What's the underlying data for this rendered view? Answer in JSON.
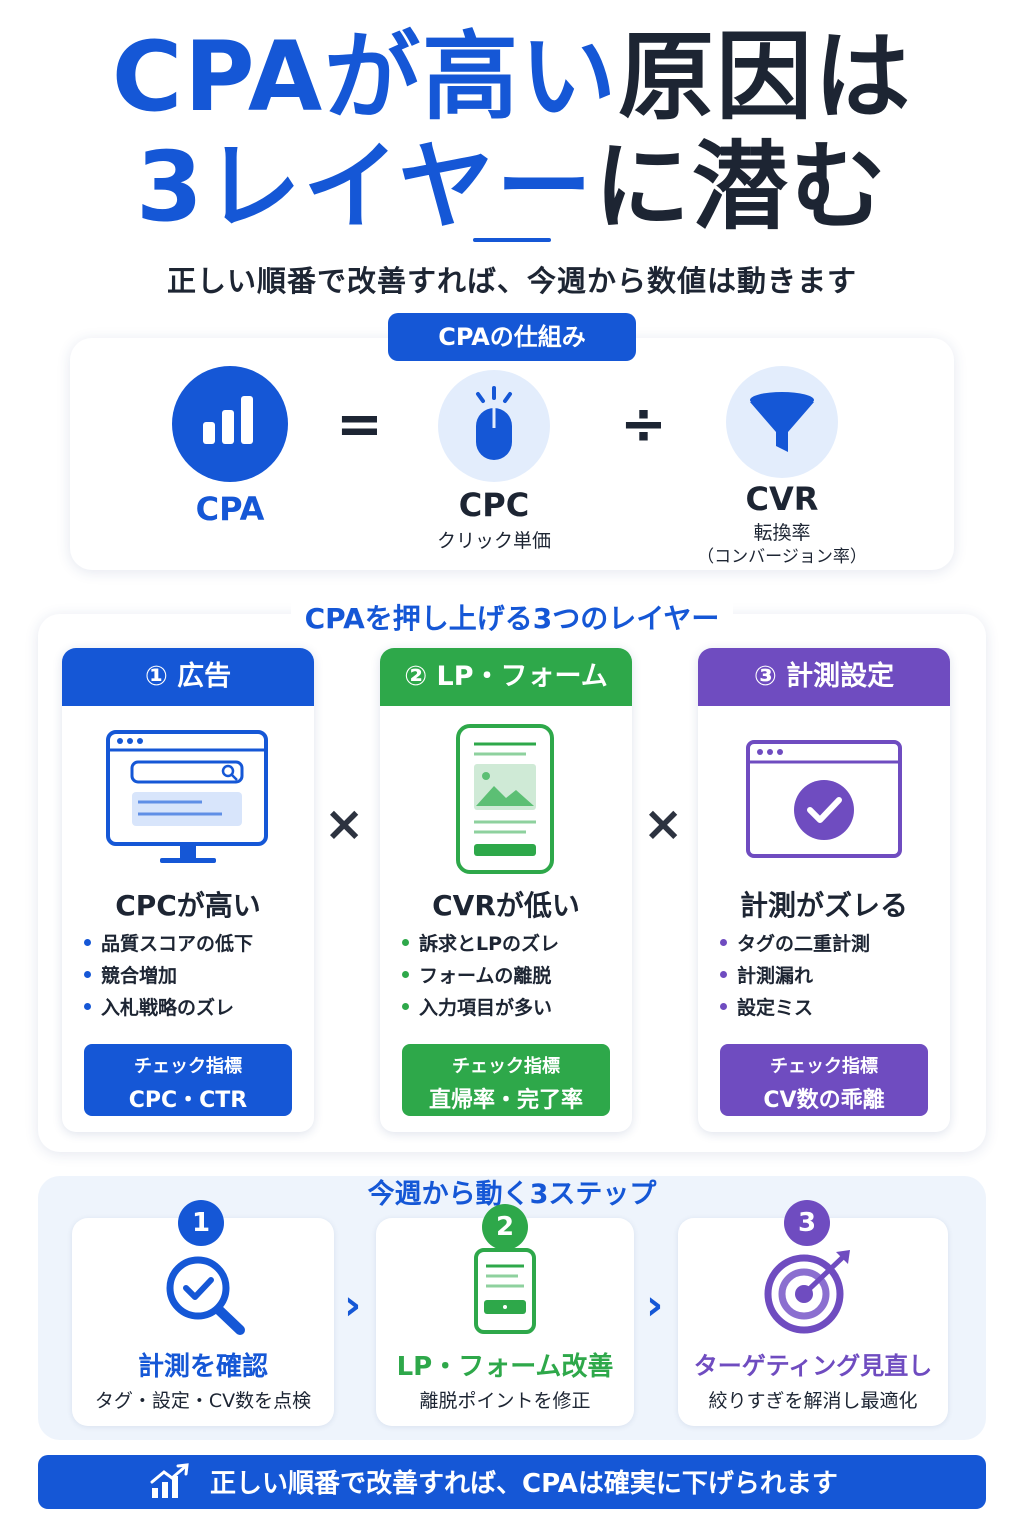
{
  "hero": {
    "line1_blue": "CPAが高い",
    "line1_dark": "原因は",
    "line2_blue": "3レイヤー",
    "line2_dark": "に潜む"
  },
  "subtitle": "正しい順番で改善すれば、今週から数値は動きます",
  "mechanism": {
    "pill": "CPAの仕組み",
    "cpa_label": "CPA",
    "equals": "=",
    "cpc_label": "CPC",
    "cpc_sub": "クリック単価",
    "divide": "÷",
    "cvr_label": "CVR",
    "cvr_sub1": "転換率",
    "cvr_sub2": "（コンバージョン率）",
    "icons": [
      "bar-chart-icon",
      "mouse-click-icon",
      "funnel-icon"
    ]
  },
  "layers": {
    "heading": "CPAを押し上げる3つのレイヤー",
    "times": "×",
    "cards": [
      {
        "header": "① 広告",
        "title": "CPCが高い",
        "bullets": [
          "品質スコアの低下",
          "競合増加",
          "入札戦略のズレ"
        ],
        "metric_label": "チェック指標",
        "metric_value": "CPC・CTR",
        "color": "#1557d6",
        "icon": "search-monitor-icon"
      },
      {
        "header": "② LP・フォーム",
        "title": "CVRが低い",
        "bullets": [
          "訴求とLPのズレ",
          "フォームの離脱",
          "入力項目が多い"
        ],
        "metric_label": "チェック指標",
        "metric_value": "直帰率・完了率",
        "color": "#2ea84a",
        "icon": "smartphone-lp-icon"
      },
      {
        "header": "③ 計測設定",
        "title": "計測がズレる",
        "bullets": [
          "タグの二重計測",
          "計測漏れ",
          "設定ミス"
        ],
        "metric_label": "チェック指標",
        "metric_value": "CV数の乖離",
        "color": "#6f4cc0",
        "icon": "browser-check-icon"
      }
    ]
  },
  "steps": {
    "heading": "今週から動く3ステップ",
    "chevron": "›",
    "items": [
      {
        "num": "1",
        "title": "計測を確認",
        "sub": "タグ・設定・CV数を点検",
        "color": "#1557d6",
        "icon": "magnifier-check-icon"
      },
      {
        "num": "2",
        "title": "LP・フォーム改善",
        "sub": "離脱ポイントを修正",
        "color": "#2ea84a",
        "icon": "smartphone-icon"
      },
      {
        "num": "3",
        "title": "ターゲティング見直し",
        "sub": "絞りすぎを解消し最適化",
        "color": "#6f4cc0",
        "icon": "target-icon"
      }
    ]
  },
  "banner": {
    "text": "正しい順番で改善すれば、CPAは確実に下げられます",
    "icon": "trend-chart-icon"
  }
}
